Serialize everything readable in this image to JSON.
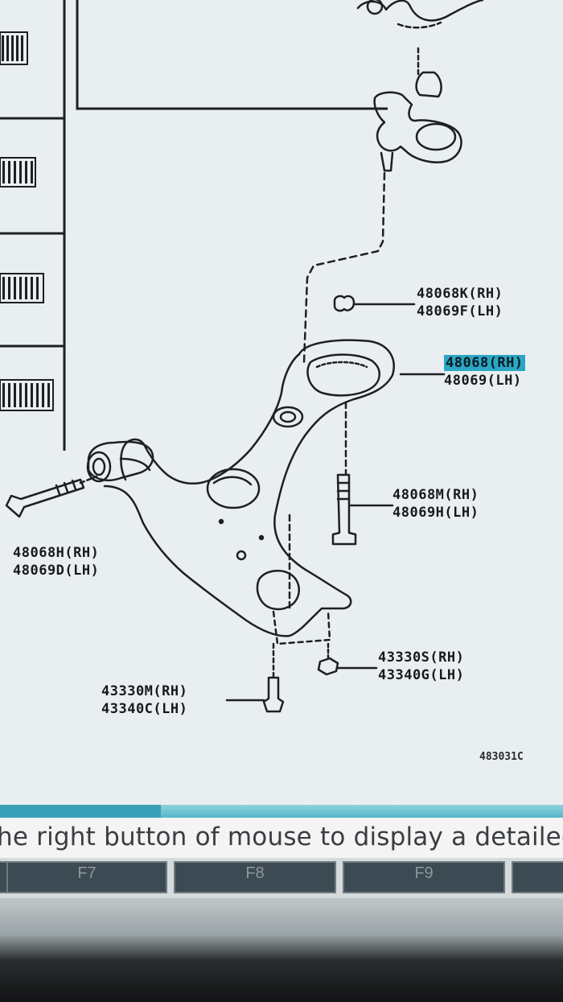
{
  "diagram": {
    "illustration_code": "483031C",
    "parts": [
      {
        "id": "p1",
        "lines": [
          "48068K(RH)",
          "48069F(LH)"
        ],
        "selected": false
      },
      {
        "id": "p2",
        "lines": [
          "48068(RH)",
          "48069(LH)"
        ],
        "selected": true
      },
      {
        "id": "p3",
        "lines": [
          "48068M(RH)",
          "48069H(LH)"
        ],
        "selected": false
      },
      {
        "id": "p4",
        "lines": [
          "48068H(RH)",
          "48069D(LH)"
        ],
        "selected": false
      },
      {
        "id": "p5",
        "lines": [
          "43330S(RH)",
          "43340G(LH)"
        ],
        "selected": false
      },
      {
        "id": "p6",
        "lines": [
          "43330M(RH)",
          "43340C(LH)"
        ],
        "selected": false
      }
    ]
  },
  "status_bar": {
    "message": "he right button of mouse to display a detailed"
  },
  "function_keys": [
    {
      "label": ""
    },
    {
      "label": "F7"
    },
    {
      "label": "F8"
    },
    {
      "label": "F9"
    },
    {
      "label": ""
    }
  ],
  "colors": {
    "selection_highlight": "#2aa7c5",
    "screen_bg": "#e9eef0",
    "key_bg": "#3e4a53"
  }
}
